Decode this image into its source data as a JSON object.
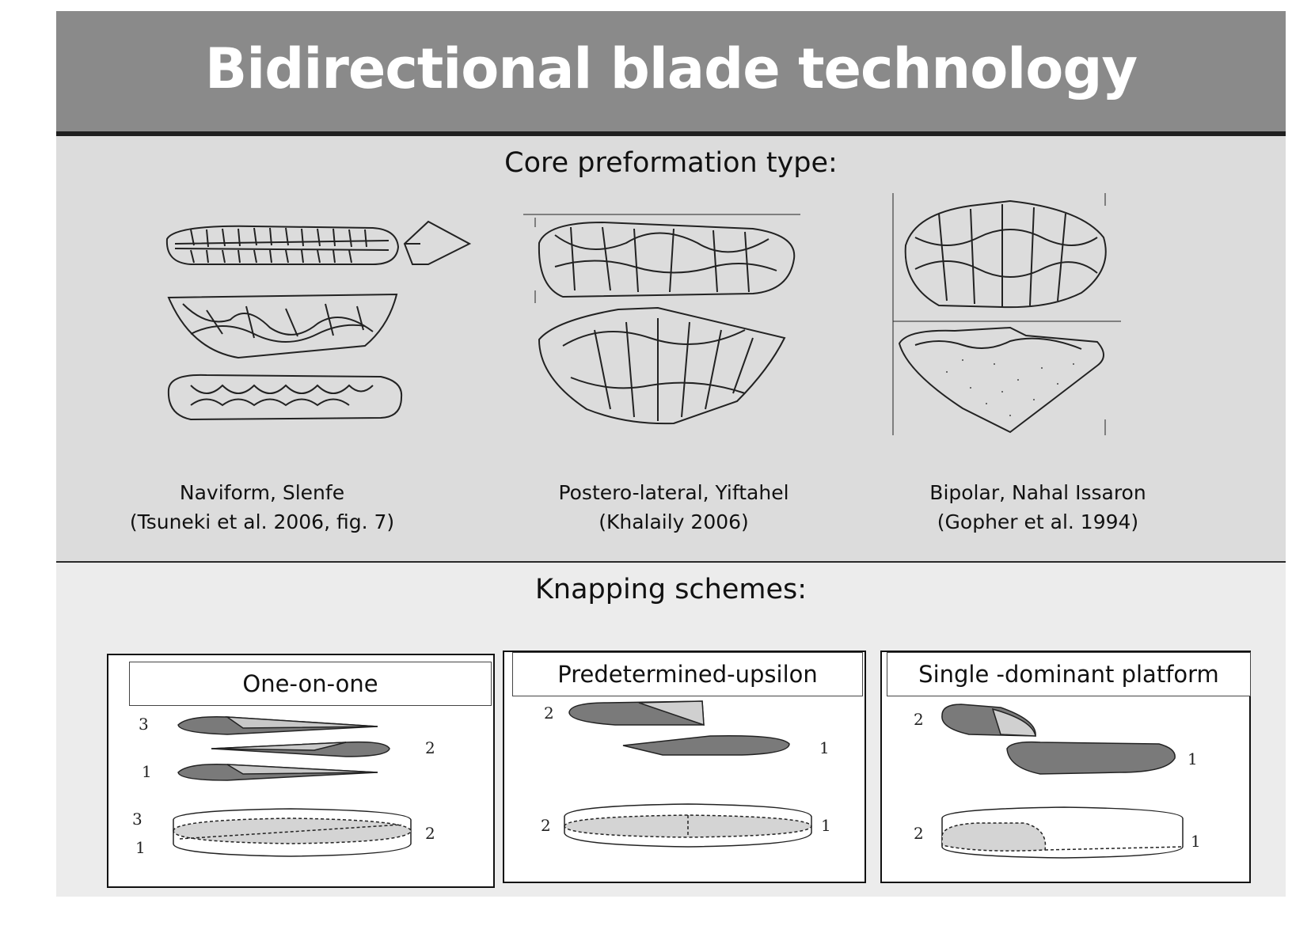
{
  "title": "Bidirectional blade technology",
  "core_section": {
    "heading": "Core preformation type:",
    "types": [
      {
        "caption_line1": "Naviform, Slenfe",
        "caption_line2": "(Tsuneki et al. 2006, fig. 7)"
      },
      {
        "caption_line1": "Postero-lateral, Yiftahel",
        "caption_line2": "(Khalaily 2006)"
      },
      {
        "caption_line1": "Bipolar, Nahal Issaron",
        "caption_line2": "(Gopher et al. 1994)"
      }
    ]
  },
  "knapping_section": {
    "heading": "Knapping schemes:",
    "schemes": [
      {
        "label": "One-on-one",
        "n1": "1",
        "n2": "2",
        "n3": "3"
      },
      {
        "label": "Predetermined-upsilon",
        "n1": "1",
        "n2": "2"
      },
      {
        "label": "Single -dominant platform",
        "n1": "1",
        "n2": "2"
      }
    ]
  }
}
